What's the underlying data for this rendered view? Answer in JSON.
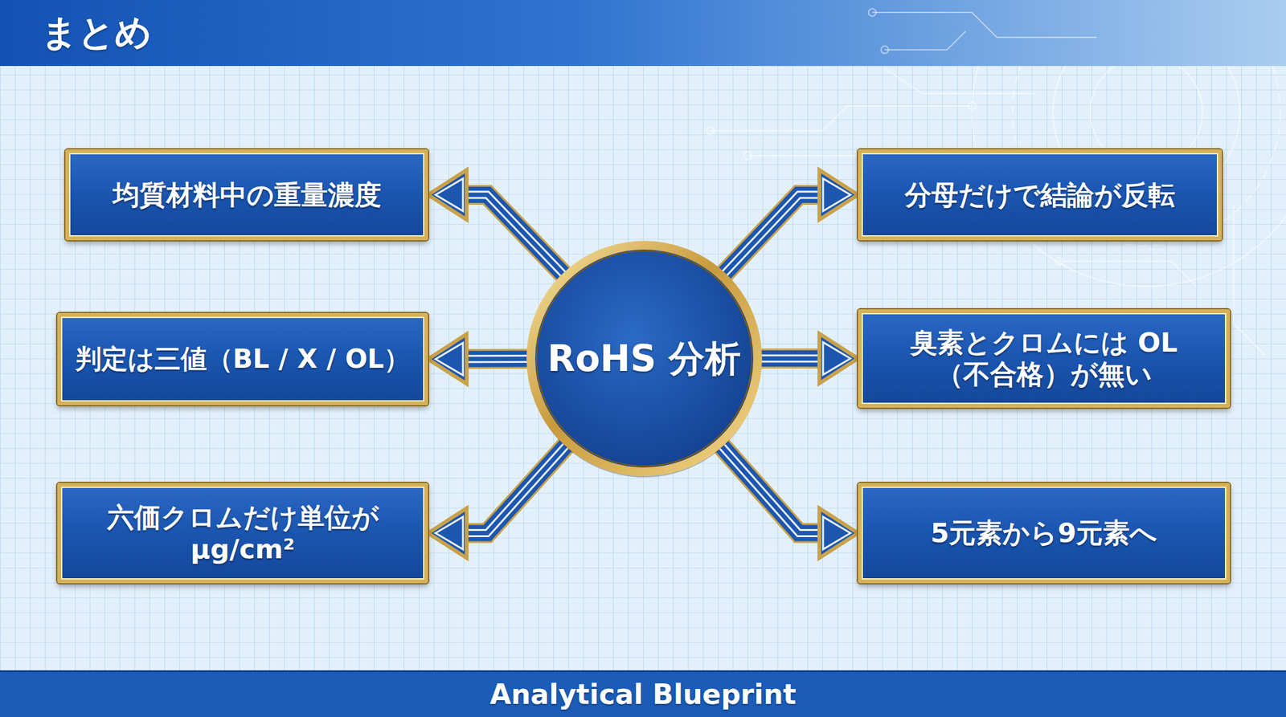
{
  "diagram": {
    "title": "まとめ",
    "nodes": [
      {
        "text": [
          "均質材料中の重量濃度"
        ]
      },
      {
        "text": [
          "分母だけで結論が反転"
        ]
      },
      {
        "text": [
          "判定は三値（BL / X / OL）"
        ]
      },
      {
        "text": [
          "RoHS 分析"
        ]
      },
      {
        "text": [
          "臭素とクロムには OL（不合格）が無い"
        ]
      },
      {
        "text": [
          "六価クロムだけ単位が μg/cm²"
        ]
      },
      {
        "text": [
          "5元素から9元素へ"
        ]
      }
    ],
    "edges": [
      {
        "from": 3,
        "to": 0,
        "arrow": "to"
      },
      {
        "from": 3,
        "to": 1,
        "arrow": "to"
      },
      {
        "from": 3,
        "to": 2,
        "arrow": "to"
      },
      {
        "from": 3,
        "to": 4,
        "arrow": "to"
      },
      {
        "from": 3,
        "to": 5,
        "arrow": "to"
      },
      {
        "from": 3,
        "to": 6,
        "arrow": "to"
      }
    ],
    "labels": [
      "Analytical Blueprint"
    ]
  }
}
